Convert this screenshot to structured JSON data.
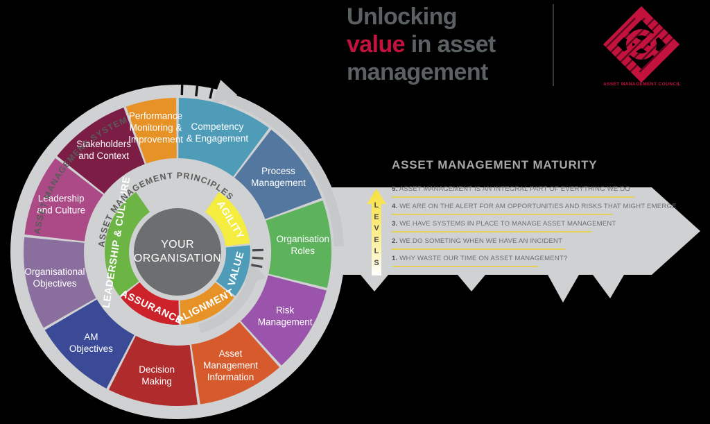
{
  "header": {
    "title_line1": "Unlocking",
    "title_line2_pre": "value",
    "title_line2_post": " in asset",
    "title_line3": "management",
    "highlight_color": "#c4123f",
    "logo_name": "ASSET MANAGEMENT COUNCIL",
    "logo_icon": "amc-diamond-logo"
  },
  "maturity": {
    "heading": "ASSET MANAGEMENT MATURITY",
    "levels_label": "LEVELS",
    "levels_arrow_icon": "up-arrow-icon",
    "rule_color": "#e4d157",
    "rows": [
      {
        "num": "5.",
        "text": "ASSET MANAGEMENT IS AN INTEGRAL PART OF EVERYTHING WE DO",
        "rule_width": 350
      },
      {
        "num": "4.",
        "text": "WE ARE ON THE ALERT FOR AM OPPORTUNITIES AND RISKS THAT MIGHT EMERGE",
        "rule_width": 318
      },
      {
        "num": "3.",
        "text": "WE HAVE SYSTEMS IN PLACE TO MANAGE ASSET MANAGEMENT",
        "rule_width": 288
      },
      {
        "num": "2.",
        "text": "WE DO SOMETING WHEN WE HAVE AN INCIDENT",
        "rule_width": 250
      },
      {
        "num": "1.",
        "text": "WHY WASTE OUR TIME ON ASSET MANAGEMENT?",
        "rule_width": 212
      }
    ]
  },
  "wheel": {
    "center_label_line1": "YOUR",
    "center_label_line2": "ORGANISATION",
    "center_color": "#6d6e70",
    "outer_ring_caption": "ASSET MANAGEMENT SYSTEM",
    "inner_ring_caption": "ASSET MANAGEMENT PRINCIPLES",
    "ring_band_color": "#cfd1d2",
    "cycle_arrow_icon": "circular-arrow-icon",
    "outer_segments": [
      {
        "label": "Competency & Engagement",
        "color": "#4f9cb9",
        "a0": -90,
        "a1": -53
      },
      {
        "label": "Process Management",
        "color": "#53779f",
        "a0": -53,
        "a1": -20
      },
      {
        "label": "Organisation Roles",
        "color": "#5cb35c",
        "a0": -20,
        "a1": 14
      },
      {
        "label": "Risk Management",
        "color": "#9b54ab",
        "a0": 14,
        "a1": 48
      },
      {
        "label": "Asset Management Information",
        "color": "#d65a2b",
        "a0": 48,
        "a1": 82
      },
      {
        "label": "Decision Making",
        "color": "#b02b2c",
        "a0": 82,
        "a1": 117
      },
      {
        "label": "AM Objectives",
        "color": "#3b4a96",
        "a0": 117,
        "a1": 150
      },
      {
        "label": "Organisational Objectives",
        "color": "#8a6e9e",
        "a0": 150,
        "a1": 186
      },
      {
        "label": "Leadership and Culture",
        "color": "#ac4a87",
        "a0": 186,
        "a1": 218
      },
      {
        "label": "Stakeholders and Context",
        "color": "#7b1d45",
        "a0": 218,
        "a1": 250
      },
      {
        "label": "Performance Monitoring & Improvement",
        "color": "#e79226",
        "a0": 250,
        "a1": 270
      }
    ],
    "inner_segments": [
      {
        "label": "AGILITY",
        "color": "#f4ec3f",
        "text_color": "#3c3c3c",
        "a0": -56,
        "a1": -6
      },
      {
        "label": "VALUE",
        "color": "#4f9cb9",
        "text_color": "#ffffff",
        "a0": -6,
        "a1": 38
      },
      {
        "label": "ALIGNMENT",
        "color": "#e79226",
        "text_color": "#ffffff",
        "a0": 38,
        "a1": 88
      },
      {
        "label": "ASSURANCE",
        "color": "#cc2229",
        "text_color": "#ffffff",
        "a0": 88,
        "a1": 142
      },
      {
        "label": "LEADERSHIP & CULTURE",
        "color": "#6cb443",
        "text_color": "#ffffff",
        "a0": 142,
        "a1": 236
      }
    ]
  },
  "key": {
    "shape_icon": "key-silhouette",
    "color": "#cfd1d2"
  }
}
